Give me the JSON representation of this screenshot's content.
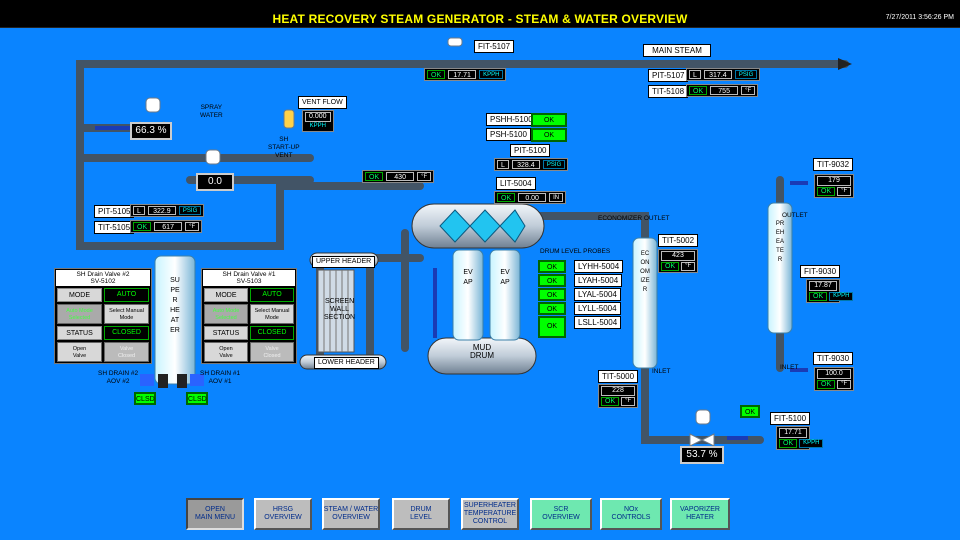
{
  "title": "HEAT RECOVERY STEAM GENERATOR - STEAM & WATER OVERVIEW",
  "datetime": "7/27/2011 3:56:26 PM",
  "fit5107": {
    "tag": "FIT-5107",
    "ok": "OK",
    "value": "17.71",
    "unit": "KPPH"
  },
  "main_steam": "MAIN STEAM",
  "pit5107": {
    "tag": "PIT-5107",
    "q": "L",
    "value": "317.4",
    "unit": "PSIG"
  },
  "tit5108": {
    "tag": "TIT-5108",
    "ok": "OK",
    "value": "755",
    "unit": "°F"
  },
  "spray_water": "SPRAY\nWATER",
  "spray_pct": "66.3 %",
  "vent_flow": {
    "tag": "VENT FLOW",
    "value": "0.000",
    "unit": "KPPH"
  },
  "sh_startup_vent": "SH\nSTART-UP\nVENT",
  "startup_vent_value": "0.0",
  "pshh5100": {
    "tag": "PSHH-5100",
    "ok": "OK"
  },
  "psh5100": {
    "tag": "PSH-5100",
    "ok": "OK"
  },
  "pit5100": {
    "tag": "PIT-5100",
    "q": "L",
    "value": "328.4",
    "unit": "PSIG"
  },
  "tt430": {
    "ok": "OK",
    "value": "430",
    "unit": "°F"
  },
  "lit5004": {
    "tag": "LIT-5004",
    "ok": "OK",
    "value": "0.00",
    "unit": "IN"
  },
  "pit5105": {
    "tag": "PIT-5105",
    "q": "L",
    "value": "322.9",
    "unit": "PSIG"
  },
  "tit5105": {
    "tag": "TIT-5105",
    "ok": "OK",
    "value": "617",
    "unit": "°F"
  },
  "economizer_outlet": "ECONOMIZER OUTLET",
  "drum_level_probes": {
    "title": "DRUM LEVEL PROBES",
    "items": [
      {
        "ok": "OK",
        "tag": "LYHH-5004"
      },
      {
        "ok": "OK",
        "tag": "LYAH-5004"
      },
      {
        "ok": "OK",
        "tag": "LYAL-5004"
      },
      {
        "ok": "OK",
        "tag": "LYLL-5004"
      },
      {
        "ok": "OK",
        "tag": "LSLL-5004"
      }
    ]
  },
  "tit5002": {
    "tag": "TIT-5002",
    "value": "423",
    "ok": "OK",
    "unit": "°F"
  },
  "tit9032": {
    "tag": "TIT-9032",
    "value": "179",
    "ok": "OK",
    "unit": "°F"
  },
  "outlet": "OUTLET",
  "fit9030": {
    "tag": "FIT-9030",
    "value": "17.87",
    "ok": "OK",
    "unit": "KPPH"
  },
  "tit9030": {
    "tag": "TIT-9030",
    "value": "100.0",
    "ok": "OK",
    "unit": "°F"
  },
  "inlet_pre": "INLET",
  "inlet_econ": "INLET",
  "upper_header": "UPPER HEADER",
  "lower_header": "LOWER HEADER",
  "screen_wall": "SCREEN\nWALL\nSECTION",
  "mud_drum": "MUD\nDRUM",
  "superheater_text": "SUPERHEATER",
  "evap_text": "EVAP",
  "economizer_text": "ECONOMIZER",
  "preheater_text": "PREHEATER",
  "tit5000": {
    "tag": "TIT-5000",
    "value": "228",
    "ok": "OK",
    "unit": "°F"
  },
  "fwd_pct": "53.7  %",
  "fwd_ok": "OK",
  "fit5100": {
    "tag": "FIT-5100",
    "value": "17.71",
    "ok": "OK",
    "unit": "KPPH"
  },
  "sh2": {
    "title": "SH Drain Valve #2\nSV-5102",
    "mode_label": "MODE",
    "mode_value": "AUTO",
    "auto_btn": "Auto Mode\nSelected",
    "manual_btn": "Select Manual\nMode",
    "status_label": "STATUS",
    "status_value": "CLOSED",
    "open_btn": "Open\nValve",
    "close_btn": "Valve\nClosed"
  },
  "sh1": {
    "title": "SH Drain Valve #1\nSV-5103",
    "mode_label": "MODE",
    "mode_value": "AUTO",
    "auto_btn": "Auto Mode\nSelected",
    "manual_btn": "Select Manual\nMode",
    "status_label": "STATUS",
    "status_value": "CLOSED",
    "open_btn": "Open\nValve",
    "close_btn": "Valve\nClosed"
  },
  "sh_drain2_label": "SH DRAIN #2\nAOV #2",
  "sh_drain1_label": "SH DRAIN #1\nAOV #1",
  "clsd1": "CLSD",
  "clsd2": "CLSD",
  "nav": [
    {
      "label": "OPEN\nMAIN MENU"
    },
    {
      "label": "HRSG\nOVERVIEW"
    },
    {
      "label": "STEAM / WATER\nOVERVIEW"
    },
    {
      "label": "DRUM\nLEVEL"
    },
    {
      "label": "SUPERHEATER\nTEMPERATURE\nCONTROL"
    },
    {
      "label": "SCR\nOVERVIEW"
    },
    {
      "label": "NOx\nCONTROLS"
    },
    {
      "label": "VAPORIZER\nHEATER"
    }
  ],
  "colors": {
    "background": "#0a84ff",
    "title": "#ffff00",
    "ok_green": "#00ff00",
    "pipe": "#e6eef7"
  }
}
